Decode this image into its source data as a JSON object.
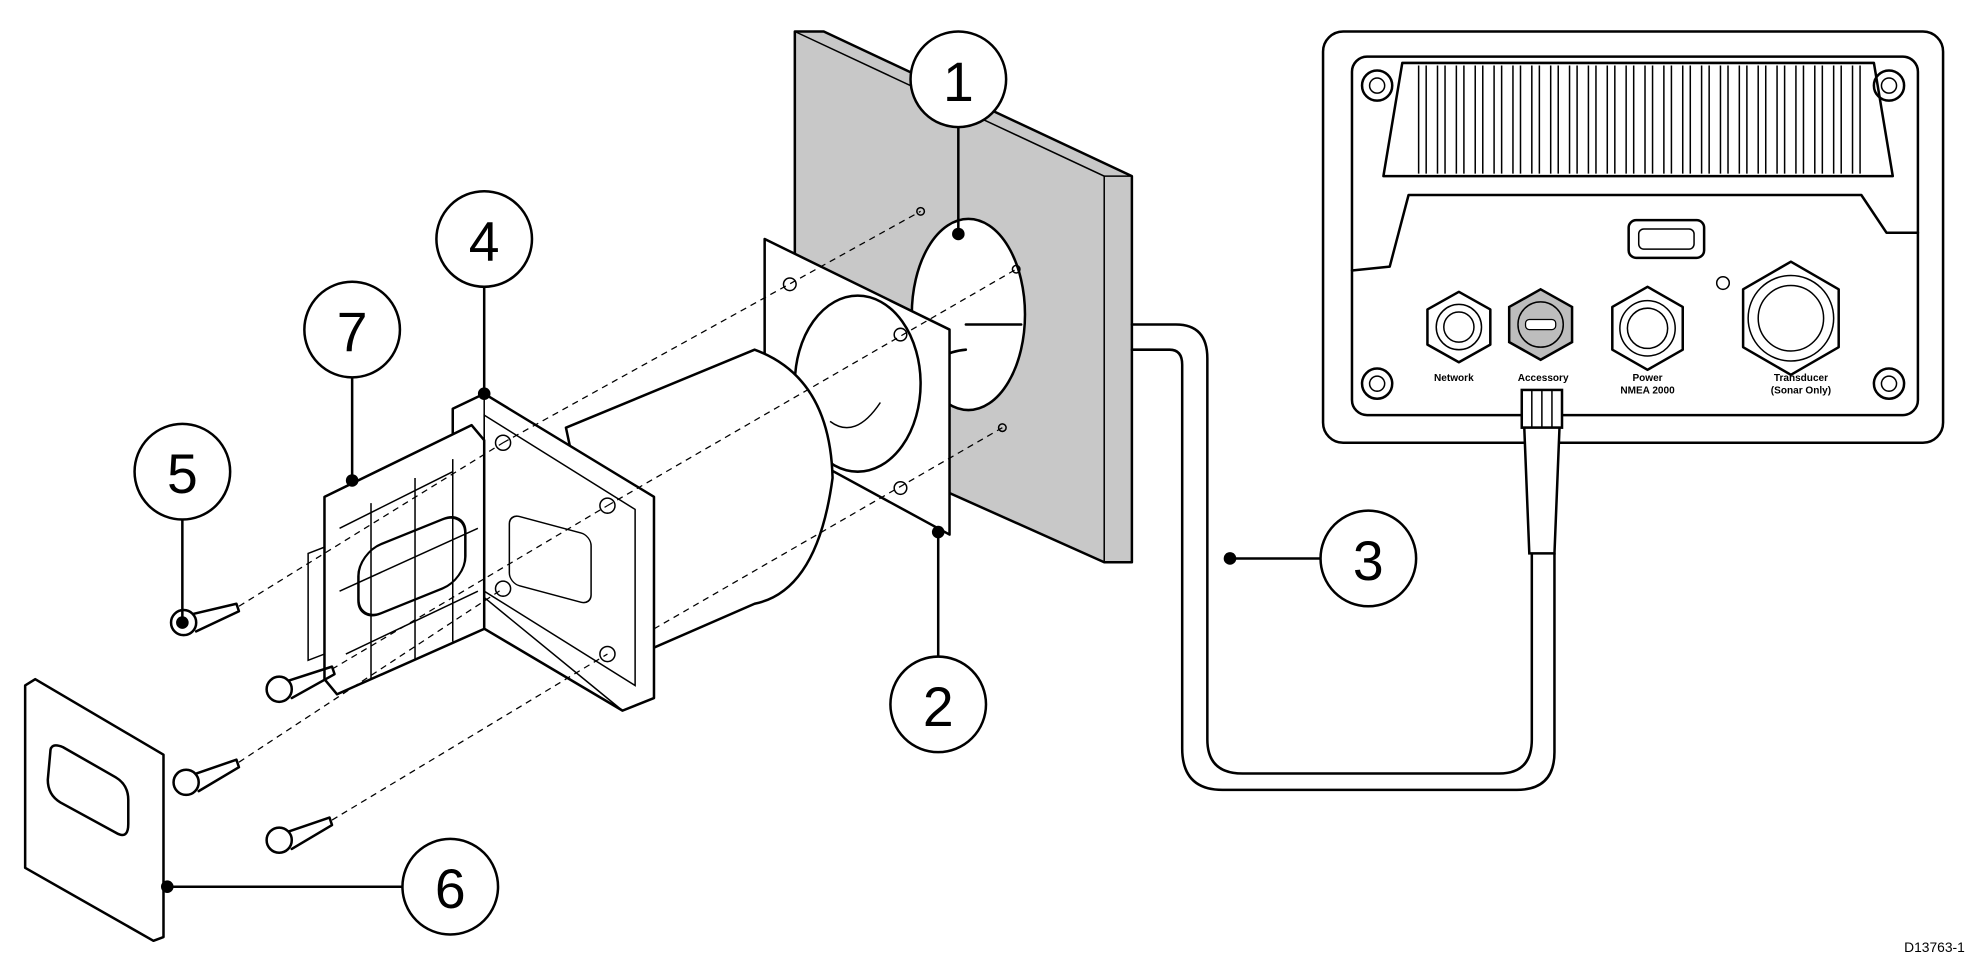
{
  "callouts": [
    {
      "id": "1",
      "label": "1"
    },
    {
      "id": "2",
      "label": "2"
    },
    {
      "id": "3",
      "label": "3"
    },
    {
      "id": "4",
      "label": "4"
    },
    {
      "id": "5",
      "label": "5"
    },
    {
      "id": "6",
      "label": "6"
    },
    {
      "id": "7",
      "label": "7"
    }
  ],
  "connectors": {
    "network": "Network",
    "accessory": "Accessory",
    "power_line1": "Power",
    "power_line2": "NMEA 2000",
    "transducer_line1": "Transducer",
    "transducer_line2": "(Sonar Only)"
  },
  "drawing_code": "D13763-1",
  "colors": {
    "panel": "#c8c8c8",
    "accessory_connector": "#bdbdbd",
    "line": "#000000"
  }
}
